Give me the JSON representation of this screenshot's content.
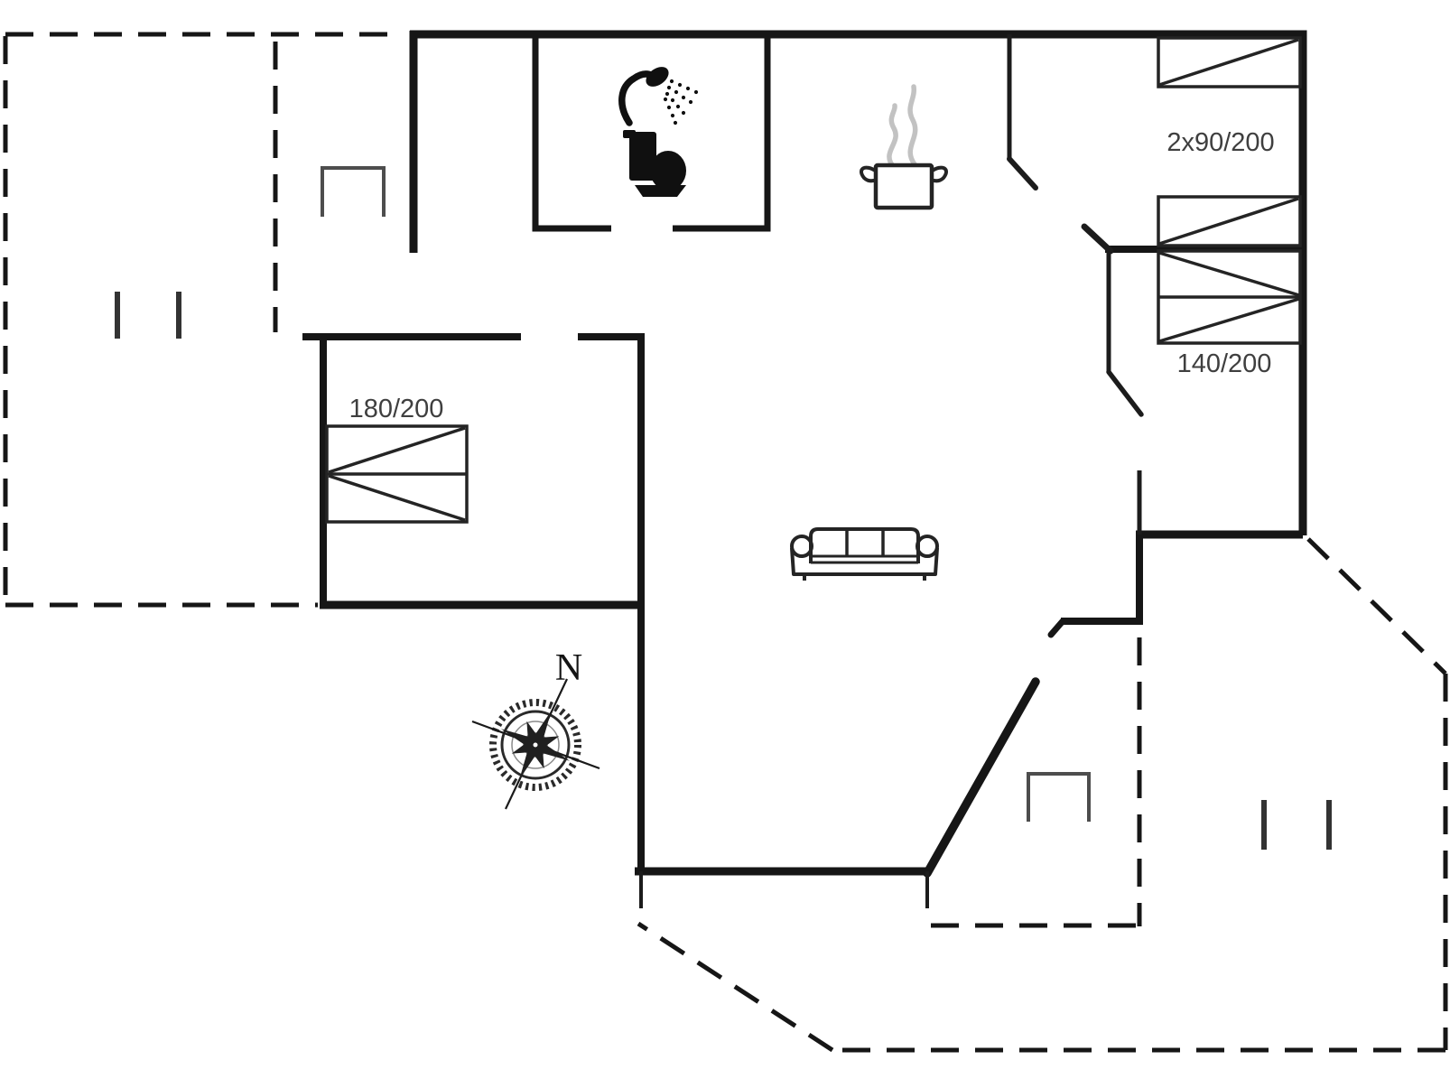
{
  "labels": {
    "north": "N",
    "bed_twin": "2x90/200",
    "bed_double": "140/200",
    "bed_king": "180/200"
  },
  "colors": {
    "wall": "#161616",
    "furniture_line": "#242424",
    "gray_furniture": "#4d4d4d",
    "steam": "#c2c2c2",
    "label_text": "#3f3f3f",
    "background": "#ffffff"
  },
  "icons": [
    "shower-icon",
    "toilet-icon",
    "cooking-pot-icon",
    "steam-icon",
    "sofa-icon",
    "compass-rose-icon",
    "terrace-bench-left-icon",
    "terrace-bench-right-icon",
    "terrace-post-icon"
  ]
}
